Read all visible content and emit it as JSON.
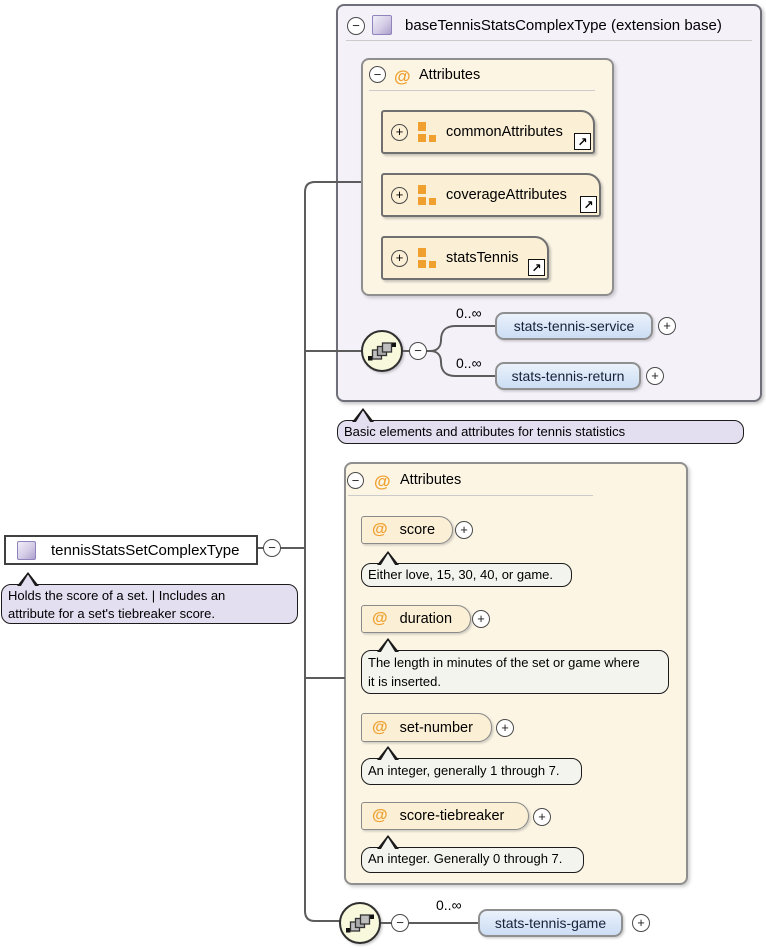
{
  "root_type": {
    "name": "tennisStatsSetComplexType",
    "annotation": "Holds the score of a set. | Includes an\nattribute for a set's tiebreaker score."
  },
  "base_panel": {
    "title": "baseTennisStatsComplexType (extension base)",
    "annotation": "Basic elements and attributes for tennis statistics",
    "attributes_header": "Attributes",
    "attribute_groups": [
      {
        "name": "commonAttributes"
      },
      {
        "name": "coverageAttributes"
      },
      {
        "name": "statsTennis"
      }
    ],
    "elements": [
      {
        "name": "stats-tennis-service",
        "occurrence": "0..∞"
      },
      {
        "name": "stats-tennis-return",
        "occurrence": "0..∞"
      }
    ]
  },
  "attributes_panel": {
    "header": "Attributes",
    "attributes": [
      {
        "name": "score",
        "annotation": "Either love, 15, 30, 40, or game."
      },
      {
        "name": "duration",
        "annotation": "The length in minutes of the set or game where\nit is inserted."
      },
      {
        "name": "set-number",
        "annotation": "An integer, generally 1 through 7."
      },
      {
        "name": "score-tiebreaker",
        "annotation": "An integer. Generally 0 through 7."
      }
    ]
  },
  "sequence": {
    "elements": [
      {
        "name": "stats-tennis-game",
        "occurrence": "0..∞"
      }
    ]
  },
  "icons": {
    "at": "@",
    "plus": "+",
    "minus": "−",
    "link": "↗"
  },
  "colors": {
    "panel_purple": "#F4F1F9",
    "panel_cream": "#FCF5E4",
    "box_cream": "#FBEFD5",
    "element_blue": "#CCDDF4",
    "note_lavender": "#E4DEF1",
    "note_gray": "#F4F4EF",
    "orange": "#EFA02F",
    "wire": "#5C5C5C",
    "compositor_fill": "#F8F8DC"
  }
}
